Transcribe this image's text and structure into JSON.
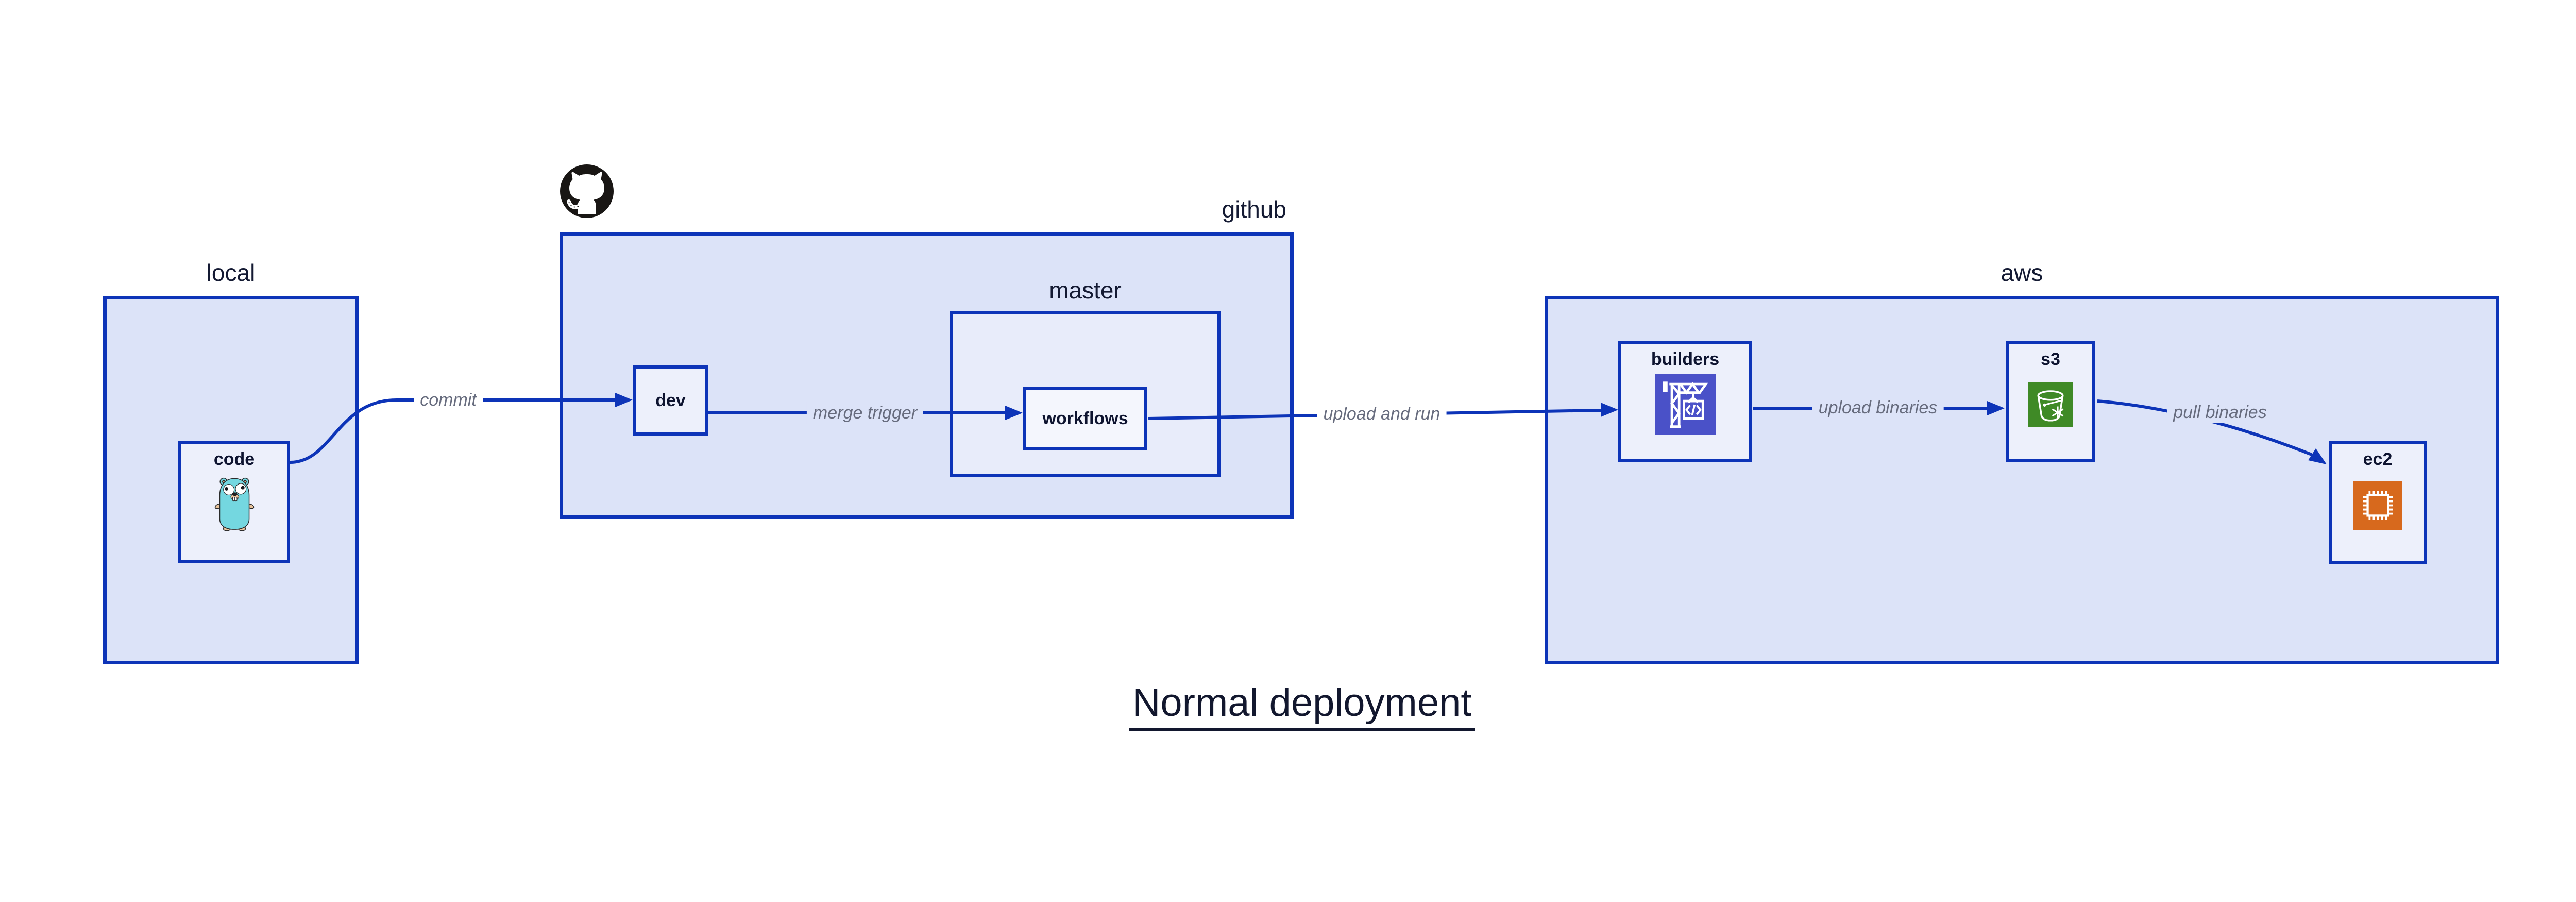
{
  "diagram": {
    "title": "Normal deployment",
    "containers": {
      "local": {
        "label": "local"
      },
      "github": {
        "label": "github",
        "icon": "github-octocat"
      },
      "master": {
        "label": "master"
      },
      "aws": {
        "label": "aws"
      }
    },
    "nodes": {
      "code": {
        "label": "code",
        "icon": "go-gopher"
      },
      "dev": {
        "label": "dev"
      },
      "workflows": {
        "label": "workflows"
      },
      "builders": {
        "label": "builders",
        "icon": "aws-codebuild-crane"
      },
      "s3": {
        "label": "s3",
        "icon": "aws-s3-bucket-snowflake"
      },
      "ec2": {
        "label": "ec2",
        "icon": "aws-ec2-chip"
      }
    },
    "edges": {
      "commit": {
        "label": "commit",
        "from": "local.code",
        "to": "github.dev"
      },
      "merge_trigger": {
        "label": "merge trigger",
        "from": "github.dev",
        "to": "github.master.workflows"
      },
      "upload_and_run": {
        "label": "upload and run",
        "from": "github.master.workflows",
        "to": "aws.builders"
      },
      "upload_binaries": {
        "label": "upload binaries",
        "from": "aws.builders",
        "to": "aws.s3"
      },
      "pull_binaries": {
        "label": "pull binaries",
        "from": "aws.s3",
        "to": "aws.ec2"
      }
    },
    "colors": {
      "stroke_blue": "#0d34b8",
      "container_fill": "#dce3f8",
      "master_fill": "#e8ecfa",
      "node_fill": "#edf0fb",
      "workflows_fill": "#f4f6fd",
      "label_navy": "#0e1430",
      "edge_label_gray": "#676c7e",
      "codebuild_indigo": "#4a51c8",
      "s3_green": "#3f8a26",
      "ec2_orange": "#d7691d",
      "octocat_black": "#191614",
      "gopher_teal": "#74d7e0"
    }
  }
}
